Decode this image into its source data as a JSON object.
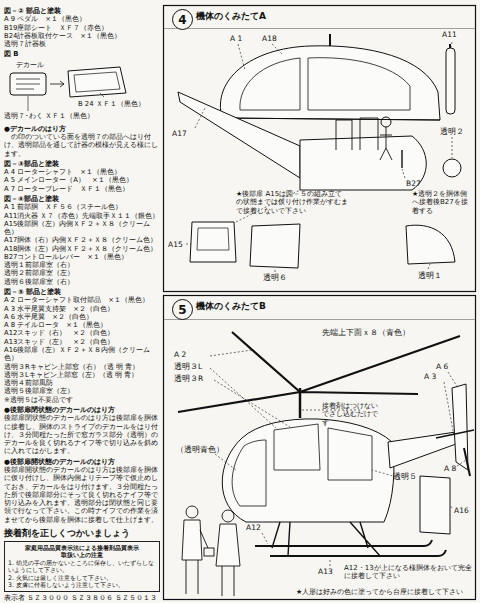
{
  "diagram": {
    "nodes": [
      {
        "text": [
          "家庭用品品質表示法による接着剤品質表示",
          "取扱い上の注意",
          "1. 幼児の手の届かないところに保存し、いたずらしないようにして下さい。",
          "2. 火気には厳しく注意をして下さい。",
          "3. 皮膚に付着しないよう注意して下さい。"
        ]
      },
      {
        "text": [
          "4"
        ]
      },
      {
        "text": [
          "5"
        ]
      }
    ],
    "labels": [
      "図－② 部品と塗装",
      "A 9 ペダル　×１（黒色）",
      "B19座部シート　ＸＦ７（赤色）",
      "B24計器板取付ケース　×１（黒色）",
      "透明７計器板",
      "図 B",
      "デカール",
      "B 24 ＸＦ１（黒色）",
      "透明７･わく ＸＦ１（黒色）",
      "●デカールのはり方",
      "の印のついている面を透明７の部品へはり付け、透明部品を通して計器の模様が見える様にします。",
      "図－③部品と塗装",
      "A 4 ローターシャフト　×１（黒色）",
      "A 5 メインローター（A）　×１（黒色）",
      "A 7 ローターブレード　ＸＦ１（黒色）",
      "図－④部品と塗装",
      "A 1 前部胴　ＸＦ５６（スチール色）",
      "A11消火器 Ｘ７（赤色）先端取手Ｘ１１（銀色）",
      "A15後部胴（左）内側ＸＦ２＋Ｘ８（クリーム色）",
      "A17胴体（右）内側ＸＦ２＋Ｘ８（クリーム色）",
      "A18胴体（左）内側ＸＦ２＋Ｘ８（クリーム色）",
      "B27コントロールレバー　×１（黒色）",
      "透明１前部扉室（右）",
      "透明２前部扉室（左）",
      "透明６後部扉室（右）",
      "図－⑤ 部品と塗装",
      "A 2 ローターシャフト取付部品　×１（黒色）",
      "A 3 水平尾翼支持架　×２（白色）",
      "A 6 水平尾翼　×２（白色）",
      "A 8 テイルロータ　×１（黒色）",
      "A12スキッド（右）　×２（白色）",
      "A13スキッド（左）　×２（白色）",
      "A16後部扉（左）ＸＦ２＋Ｘ８内側（クリーム色）",
      "透明３Rキャビン上部窓（右）（透 明 青）",
      "透明３Lキャビン上部窓（左）（透 明 青）",
      "透明４前部風防",
      "透明５後部扉室（左）",
      "※透明５は不要品です",
      "●後部扉閉状態のデカールのはり方",
      "後部扉閉状態のデカールのはり方は後部扉を胴体に接着し、胴体のストライプのデカールをはり付け、３分間程たった所で窓ガラス部分（透明）のデカールを良く切れるナイフ等で切り込みを斜めに入れてはがします。",
      "●後部扉開状態のデカールのはり方",
      "後部扉開状態のデカールのはり方は後部扉を胴体に仮り付けし、胴体内側よりテープ等で仮止めしておき、デカールをはり付けます。３分間程たった所で後部扉部分にそって良く切れるナイフ等で切り込みを入れます。透明部分は閉状態と同じ要領で行なって下さい。この時ナイフでの作業を済ませてから後部扉を胴体に接着して仕上げます。",
      "接着剤を正しくつかいましょう",
      "表示者 ＳＺ３０００ ＳＺ３８０６ ＳＺ５０１３",
      "機体のくみたてA",
      "A 1",
      "A18",
      "A11",
      "透明２",
      "A17",
      "B27",
      "★透明２を胴体側へ接着後B27を接着する",
      "★後部扉 A15は図－５の組み立ての状態までは仮り付け作業がすむまで接着しないで下さい",
      "A15",
      "透明６",
      "透明１",
      "機体のくみたてB",
      "先端上下面ｘ８（青色）",
      "A 2",
      "透明３L",
      "透明３R",
      "A 6",
      "A 3",
      "接着剤はつけないでさし込むだけです",
      "（透明青色）",
      "透明５",
      "A 8",
      "A16",
      "A12",
      "A13",
      "A12・13が上になる様胴体をおいて完全に接着して下さい",
      "★人形は好みの色に塗ってから台座に接着して下さい"
    ]
  }
}
